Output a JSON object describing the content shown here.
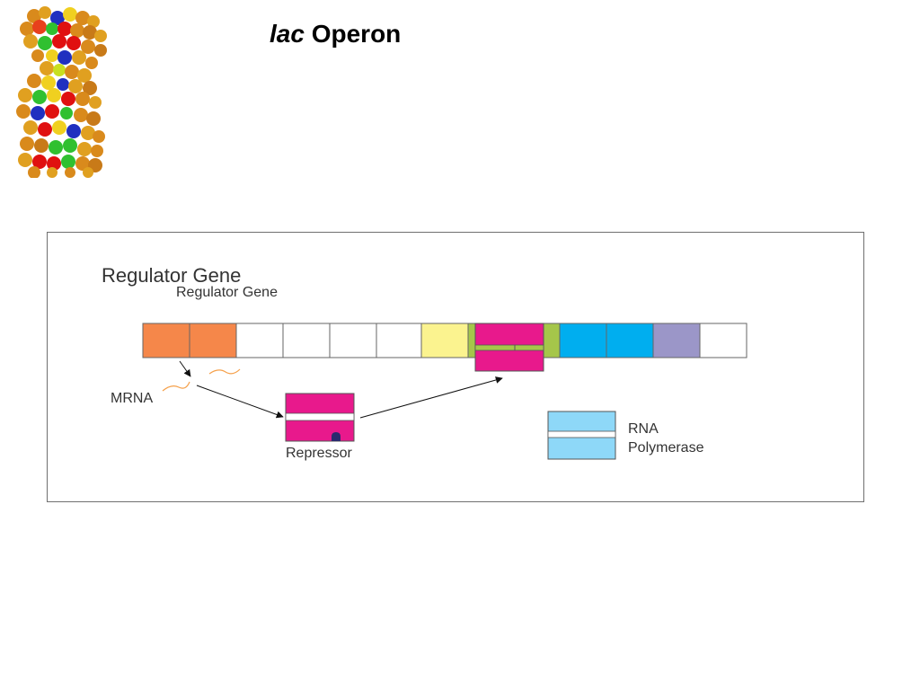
{
  "slide": {
    "title_italic": "lac",
    "title_rest": "Operon"
  },
  "diagram": {
    "heading_large": "Regulator Gene",
    "heading_small": "Regulator Gene",
    "mrna_label": "MRNA",
    "repressor_label": "Repressor",
    "rna_polymerase_label_line1": "RNA",
    "rna_polymerase_label_line2": "Polymerase",
    "colors": {
      "regulator": "#f5874a",
      "promoter": "#fbf38f",
      "operator": "#a5c64a",
      "repressor": "#e8198c",
      "structural_blue": "#00aeef",
      "structural_purple": "#9b96c8",
      "rna_polymerase": "#8ed8f8",
      "mrna": "#f5a04a"
    }
  }
}
